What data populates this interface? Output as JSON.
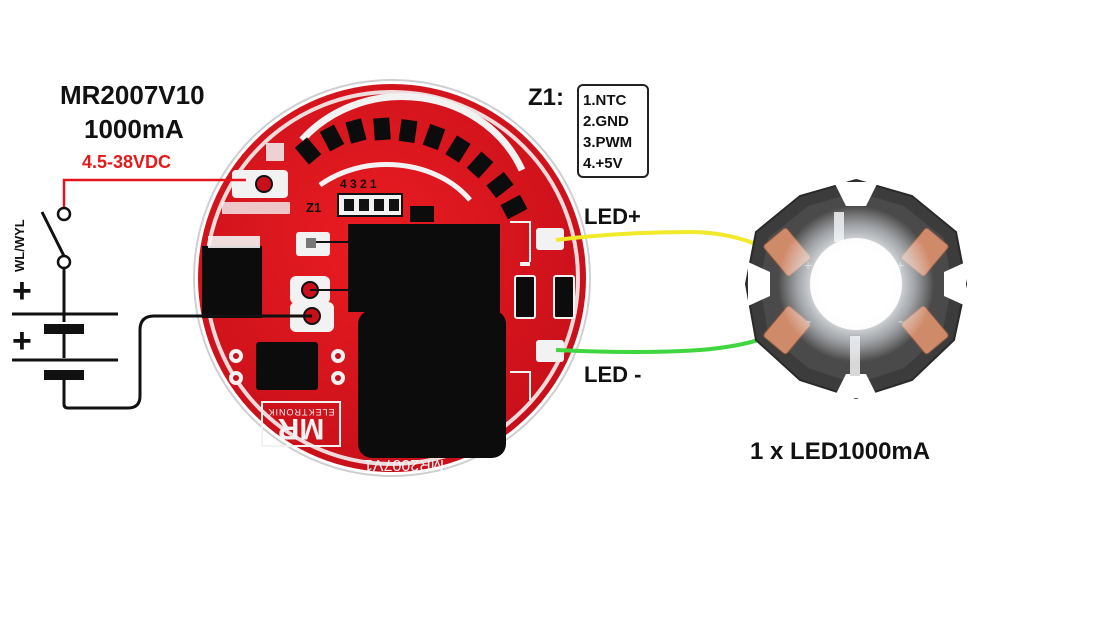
{
  "title": {
    "model": "MR2007V10",
    "current": "1000mA",
    "voltage": "4.5-38VDC"
  },
  "switch_label": "WL/WYL",
  "battery_plus_1": "+",
  "battery_plus_2": "+",
  "z1": {
    "header": "Z1:",
    "pins": [
      "1.NTC",
      "2.GND",
      "3.PWM",
      "4.+5V"
    ],
    "board_label": "Z1",
    "board_pin_numbers": "4 3 2 1"
  },
  "board": {
    "version_mark": "MR2007V1",
    "brand_logo": "MR",
    "brand_name": "ELEKTRONIK"
  },
  "led_plus_label": "LED+",
  "led_minus_label": "LED -",
  "led_caption": "1 x LED1000mA",
  "colors": {
    "pcb": "#e3141b",
    "pcb_dark": "#b80e14",
    "silk": "#f2f2f2",
    "component": "#0c0c0c",
    "wire_plus": "#f0ea2a",
    "wire_minus": "#3fd63f",
    "voltage_text": "#e41b1b",
    "star_board": "#3c3c3c",
    "copper_pad": "#cf8a6a"
  }
}
